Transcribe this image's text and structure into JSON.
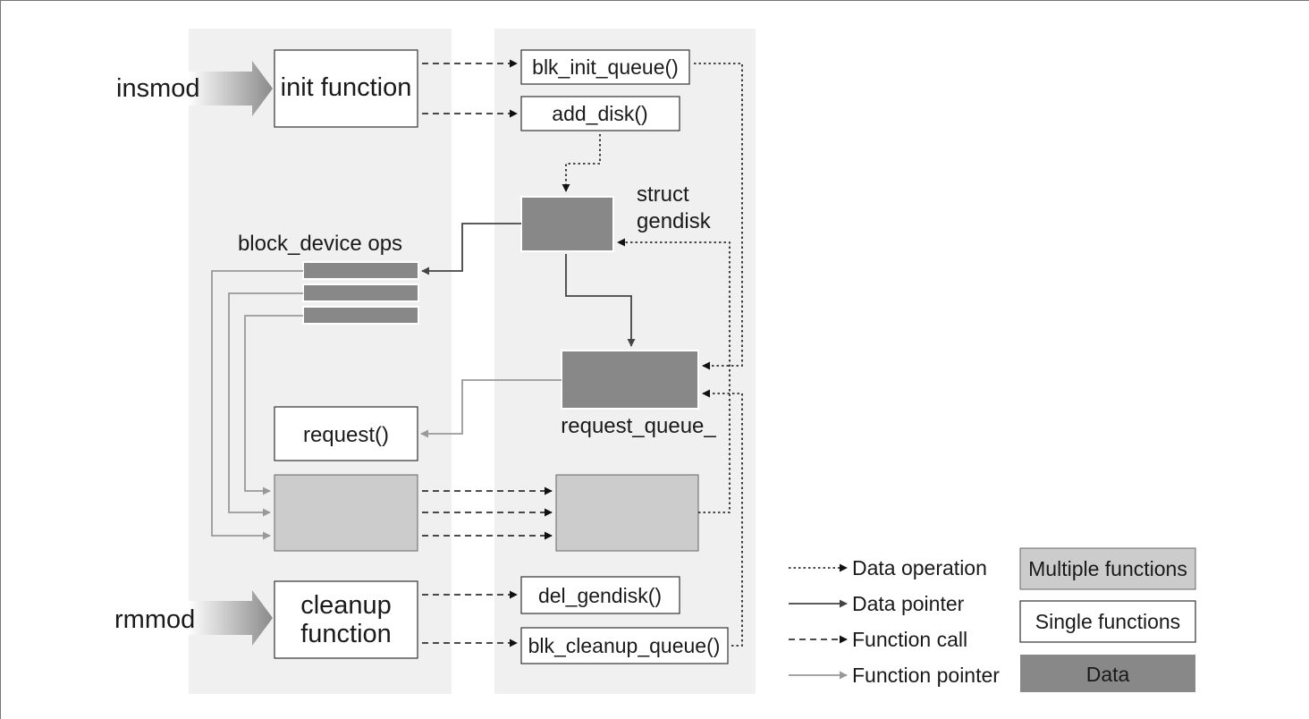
{
  "triggers": {
    "insmod": "insmod",
    "rmmod": "rmmod"
  },
  "module_functions": {
    "init": "init function",
    "cleanup_line1": "cleanup",
    "cleanup_line2": "function",
    "request": "request()"
  },
  "kernel_functions": {
    "blk_init_queue": "blk_init_queue()",
    "add_disk": "add_disk()",
    "del_gendisk": "del_gendisk()",
    "blk_cleanup_queue": "blk_cleanup_queue()"
  },
  "data_structures": {
    "gendisk_line1": "struct",
    "gendisk_line2": "gendisk",
    "block_device_ops": "block_device ops",
    "request_queue": "request_queue_"
  },
  "legend": {
    "data_operation": "Data operation",
    "data_pointer": "Data pointer",
    "function_call": "Function call",
    "function_pointer": "Function pointer",
    "multiple_functions": "Multiple functions",
    "single_functions": "Single functions",
    "data": "Data"
  },
  "colors": {
    "lane": "#f0f0f0",
    "data": "#888888",
    "multiple": "#cccccc",
    "single": "#ffffff",
    "line_dark": "#555555",
    "line_light": "#999999"
  }
}
